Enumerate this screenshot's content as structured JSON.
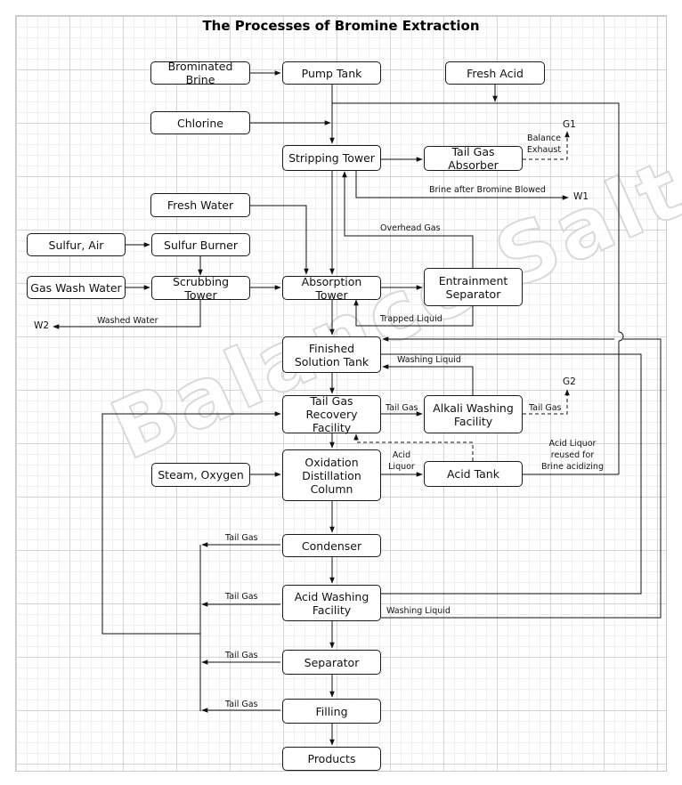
{
  "title": "The Processes of Bromine Extraction",
  "watermark": "Balance Salt",
  "nodes": {
    "brominated_brine": "Brominated Brine",
    "pump_tank": "Pump Tank",
    "fresh_acid": "Fresh Acid",
    "chlorine": "Chlorine",
    "stripping_tower": "Stripping Tower",
    "tail_gas_absorber": "Tail Gas Absorber",
    "fresh_water": "Fresh Water",
    "sulfur_air": "Sulfur,  Air",
    "sulfur_burner": "Sulfur Burner",
    "gas_wash_water": "Gas Wash Water",
    "scrubbing_tower": "Scrubbing Tower",
    "absorption_tower": "Absorption Tower",
    "entrainment_separator": "Entrainment Separator",
    "finished_solution_tank": "Finished Solution Tank",
    "tail_gas_recovery": "Tail Gas Recovery Facility",
    "alkali_washing": "Alkali Washing Facility",
    "steam_oxygen": "Steam, Oxygen",
    "oxidation_column": "Oxidation Distillation Column",
    "acid_tank": "Acid Tank",
    "condenser": "Condenser",
    "acid_washing": "Acid Washing Facility",
    "separator": "Separator",
    "filling": "Filling",
    "products": "Products"
  },
  "labels": {
    "g1": "G1",
    "balance_exhaust_1": "Balance",
    "balance_exhaust_2": "Exhaust",
    "brine_after": "Brine after Bromine Blowed",
    "w1": "W1",
    "overhead_gas": "Overhead Gas",
    "w2": "W2",
    "washed_water": "Washed Water",
    "trapped_liquid": "Trapped Liquid",
    "washing_liquid_top": "Washing Liquid",
    "g2": "G2",
    "tail_gas_1": "Tail Gas",
    "tail_gas_2": "Tail Gas",
    "acid_liquor_1": "Acid",
    "acid_liquor_2": "Liquor",
    "acid_reuse_1": "Acid Liquor",
    "acid_reuse_2": "reused for",
    "acid_reuse_3": "Brine acidizing",
    "tail_gas_condenser": "Tail Gas",
    "tail_gas_acid_washing": "Tail Gas",
    "washing_liquid_bottom": "Washing Liquid",
    "tail_gas_separator": "Tail Gas",
    "tail_gas_filling": "Tail Gas"
  }
}
